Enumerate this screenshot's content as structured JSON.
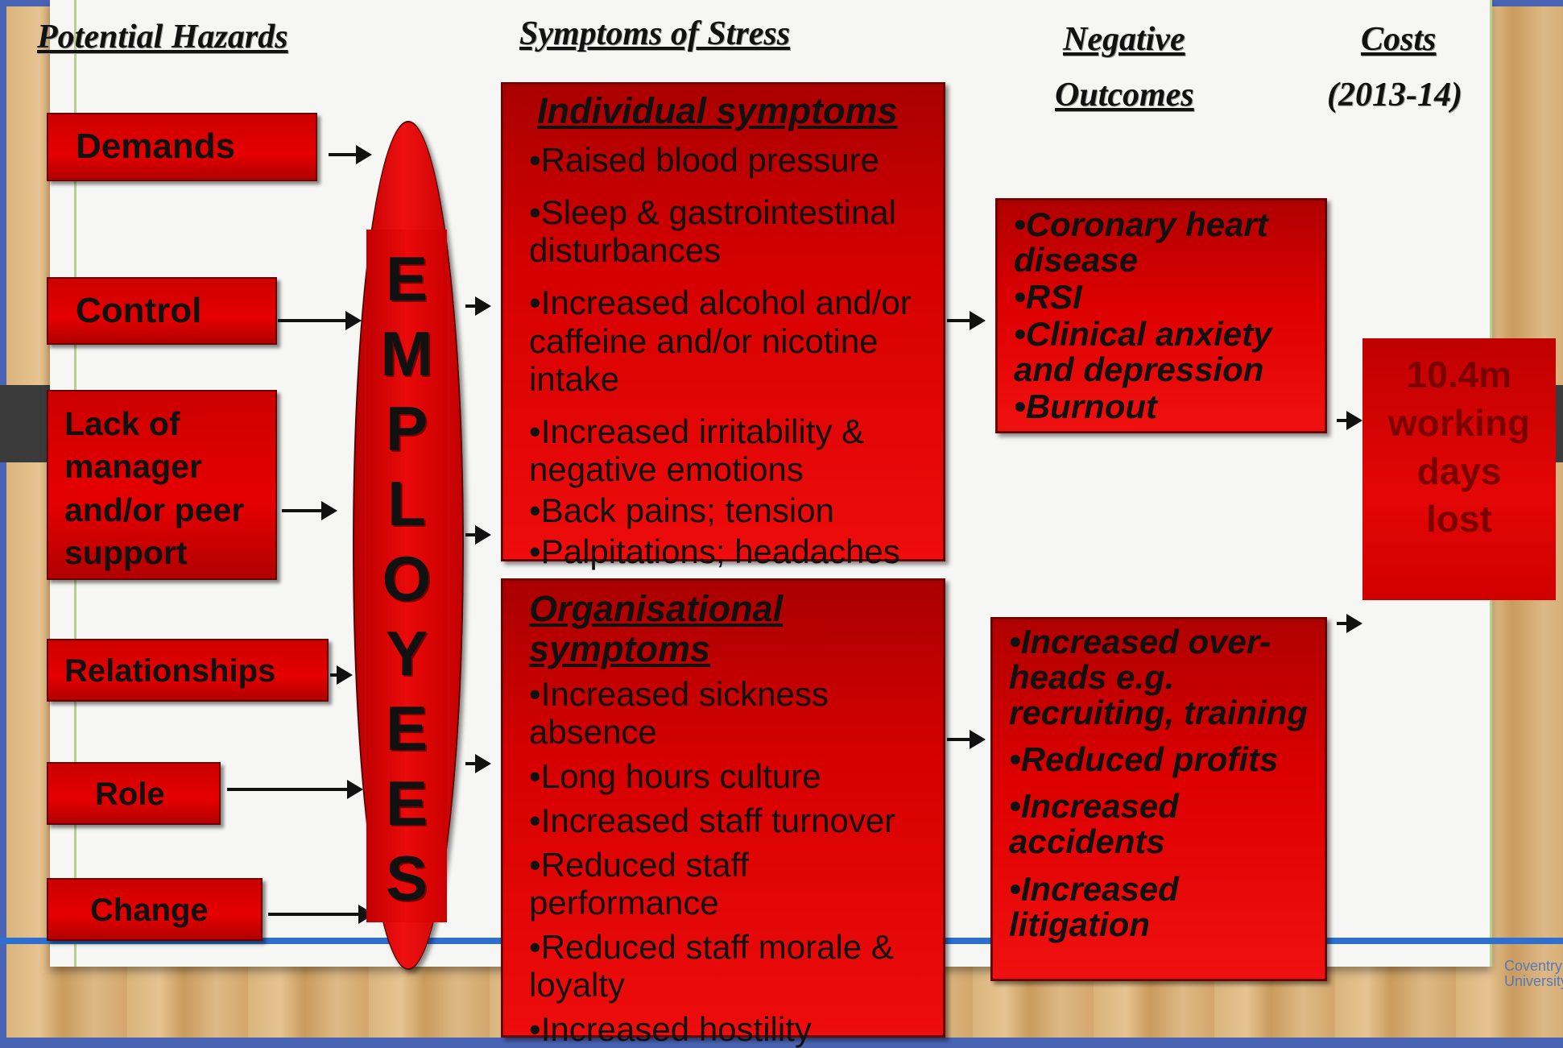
{
  "headings": {
    "hazards": "Potential Hazards",
    "symptoms": "Symptoms of Stress",
    "outcomes_line1": "Negative",
    "outcomes_line2": "Outcomes",
    "costs_line1": "Costs",
    "costs_line2": "(2013-14)"
  },
  "hazards": [
    "Demands",
    "Control",
    "Lack of manager and/or peer support",
    "Relationships",
    "Role",
    "Change"
  ],
  "employees_letters": [
    "E",
    "M",
    "P",
    "L",
    "O",
    "Y",
    "E",
    "E",
    "S"
  ],
  "individual": {
    "title": "Individual symptoms",
    "items": [
      "•Raised blood pressure",
      "•Sleep & gastrointestinal disturbances",
      "•Increased alcohol and/or caffeine and/or nicotine intake",
      "•Increased irritability & negative emotions",
      "•Back pains; tension",
      "•Palpitations; headaches"
    ]
  },
  "organisational": {
    "title": "Organisational symptoms",
    "items": [
      "•Increased sickness absence",
      "•Long hours culture",
      "•Increased staff turnover",
      "•Reduced staff performance",
      "•Reduced staff morale & loyalty",
      "•Increased hostility"
    ]
  },
  "outcomes_individual": [
    "•Coronary heart disease",
    "•RSI",
    "•Clinical anxiety and depression",
    "•Burnout"
  ],
  "outcomes_organisational": [
    "•Increased over-heads e.g. recruiting, training",
    "•Reduced profits",
    "•Increased accidents",
    "•Increased litigation"
  ],
  "cost": {
    "line1": "10.4m",
    "line2": "working",
    "line3": "days",
    "line4": "lost"
  },
  "logo": {
    "line1": "Coventry",
    "line2": "University"
  }
}
